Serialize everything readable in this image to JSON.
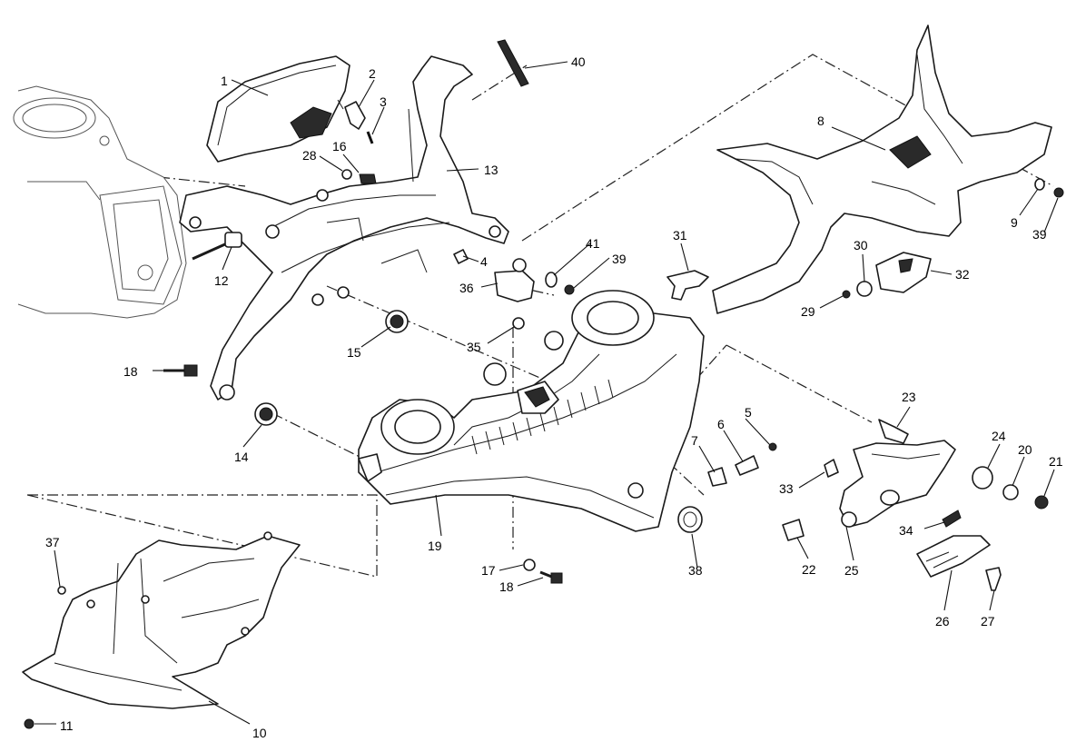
{
  "diagram": {
    "callouts": [
      "1",
      "2",
      "3",
      "4",
      "5",
      "6",
      "7",
      "8",
      "9",
      "10",
      "11",
      "12",
      "13",
      "14",
      "15",
      "16",
      "17",
      "18",
      "18",
      "19",
      "20",
      "21",
      "22",
      "23",
      "24",
      "25",
      "26",
      "27",
      "28",
      "29",
      "30",
      "31",
      "32",
      "33",
      "34",
      "35",
      "36",
      "37",
      "38",
      "39",
      "39",
      "40",
      "41"
    ]
  }
}
